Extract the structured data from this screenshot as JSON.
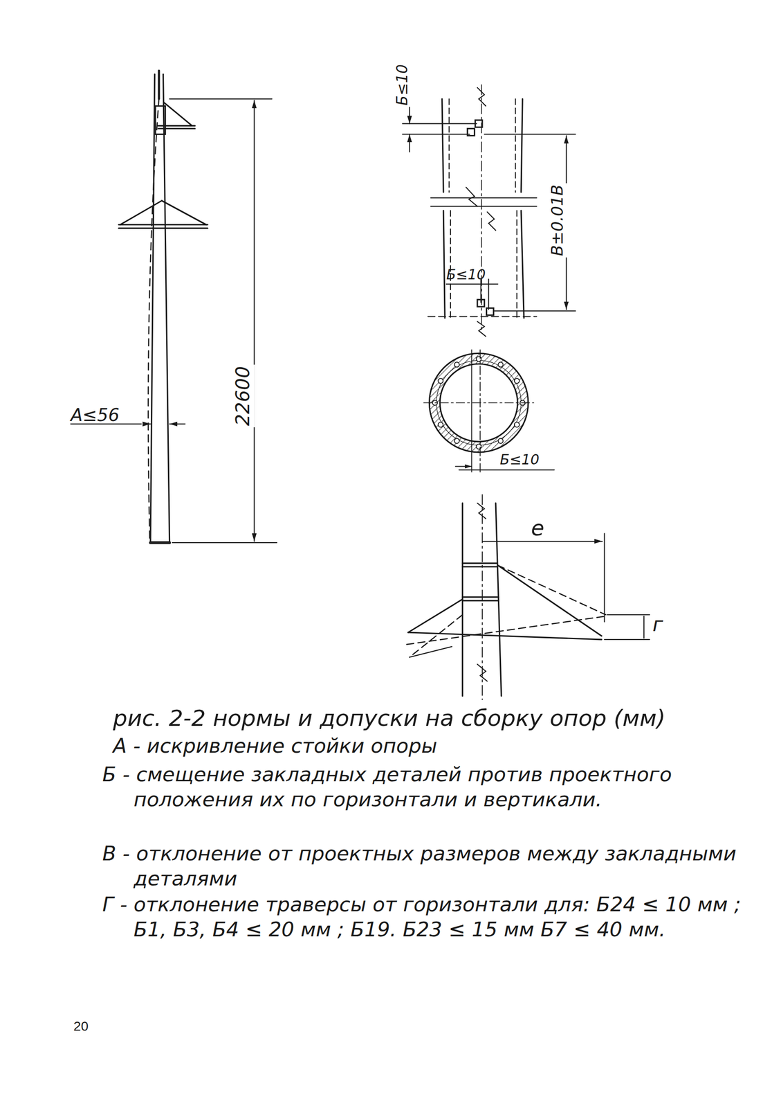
{
  "diagram": {
    "caption": "рис. 2-2 нормы и допуски на сборку опор (мм)",
    "labels": [
      "А≤56",
      "22600",
      "Б≤10",
      "В±0.01В",
      "Б≤10",
      "Б≤10",
      "е",
      "г",
      "А - искривление стойки опоры",
      "Б - смещение закладных деталей против проектного положения их по горизонтали и вертикали.",
      "В - отклонение от проектных размеров между закладными деталями",
      "Г - отклонение траверсы от горизонтали для: Б24 ≤ 10 мм ; Б1, Б3, Б4 ≤ 20 мм ; Б19. Б23 ≤ 15 мм Б7 ≤ 40 мм.",
      "20"
    ]
  }
}
